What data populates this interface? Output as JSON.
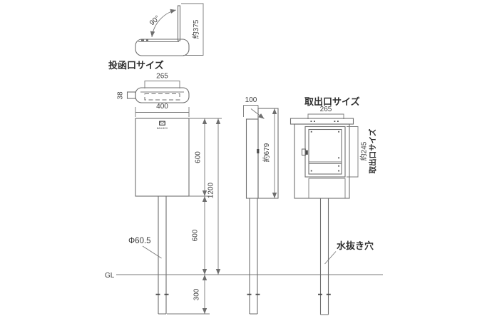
{
  "views": {
    "lid_open": {
      "angle": "90°",
      "open_height": "約375"
    },
    "top_view": {
      "header": "投函口サイズ",
      "slot_width": "265",
      "slot_height": "38",
      "body_width": "400"
    },
    "front_view": {
      "logo": "MAILBOX",
      "box_height": "600",
      "total_height": "1200",
      "pole_above_ground": "600",
      "pole_below_ground": "300",
      "pole_diameter": "Φ60.5",
      "ground_label": "GL"
    },
    "side_view": {
      "depth": "100",
      "height": "約679"
    },
    "back_view": {
      "header": "取出口サイズ",
      "opening_width": "265",
      "opening_side_label": "取出口サイズ",
      "opening_side_value": "約245",
      "drain_hole_label": "水抜き穴"
    }
  },
  "colors": {
    "line": "#6e6e6e",
    "text": "#3a3a3a",
    "background": "#ffffff"
  }
}
